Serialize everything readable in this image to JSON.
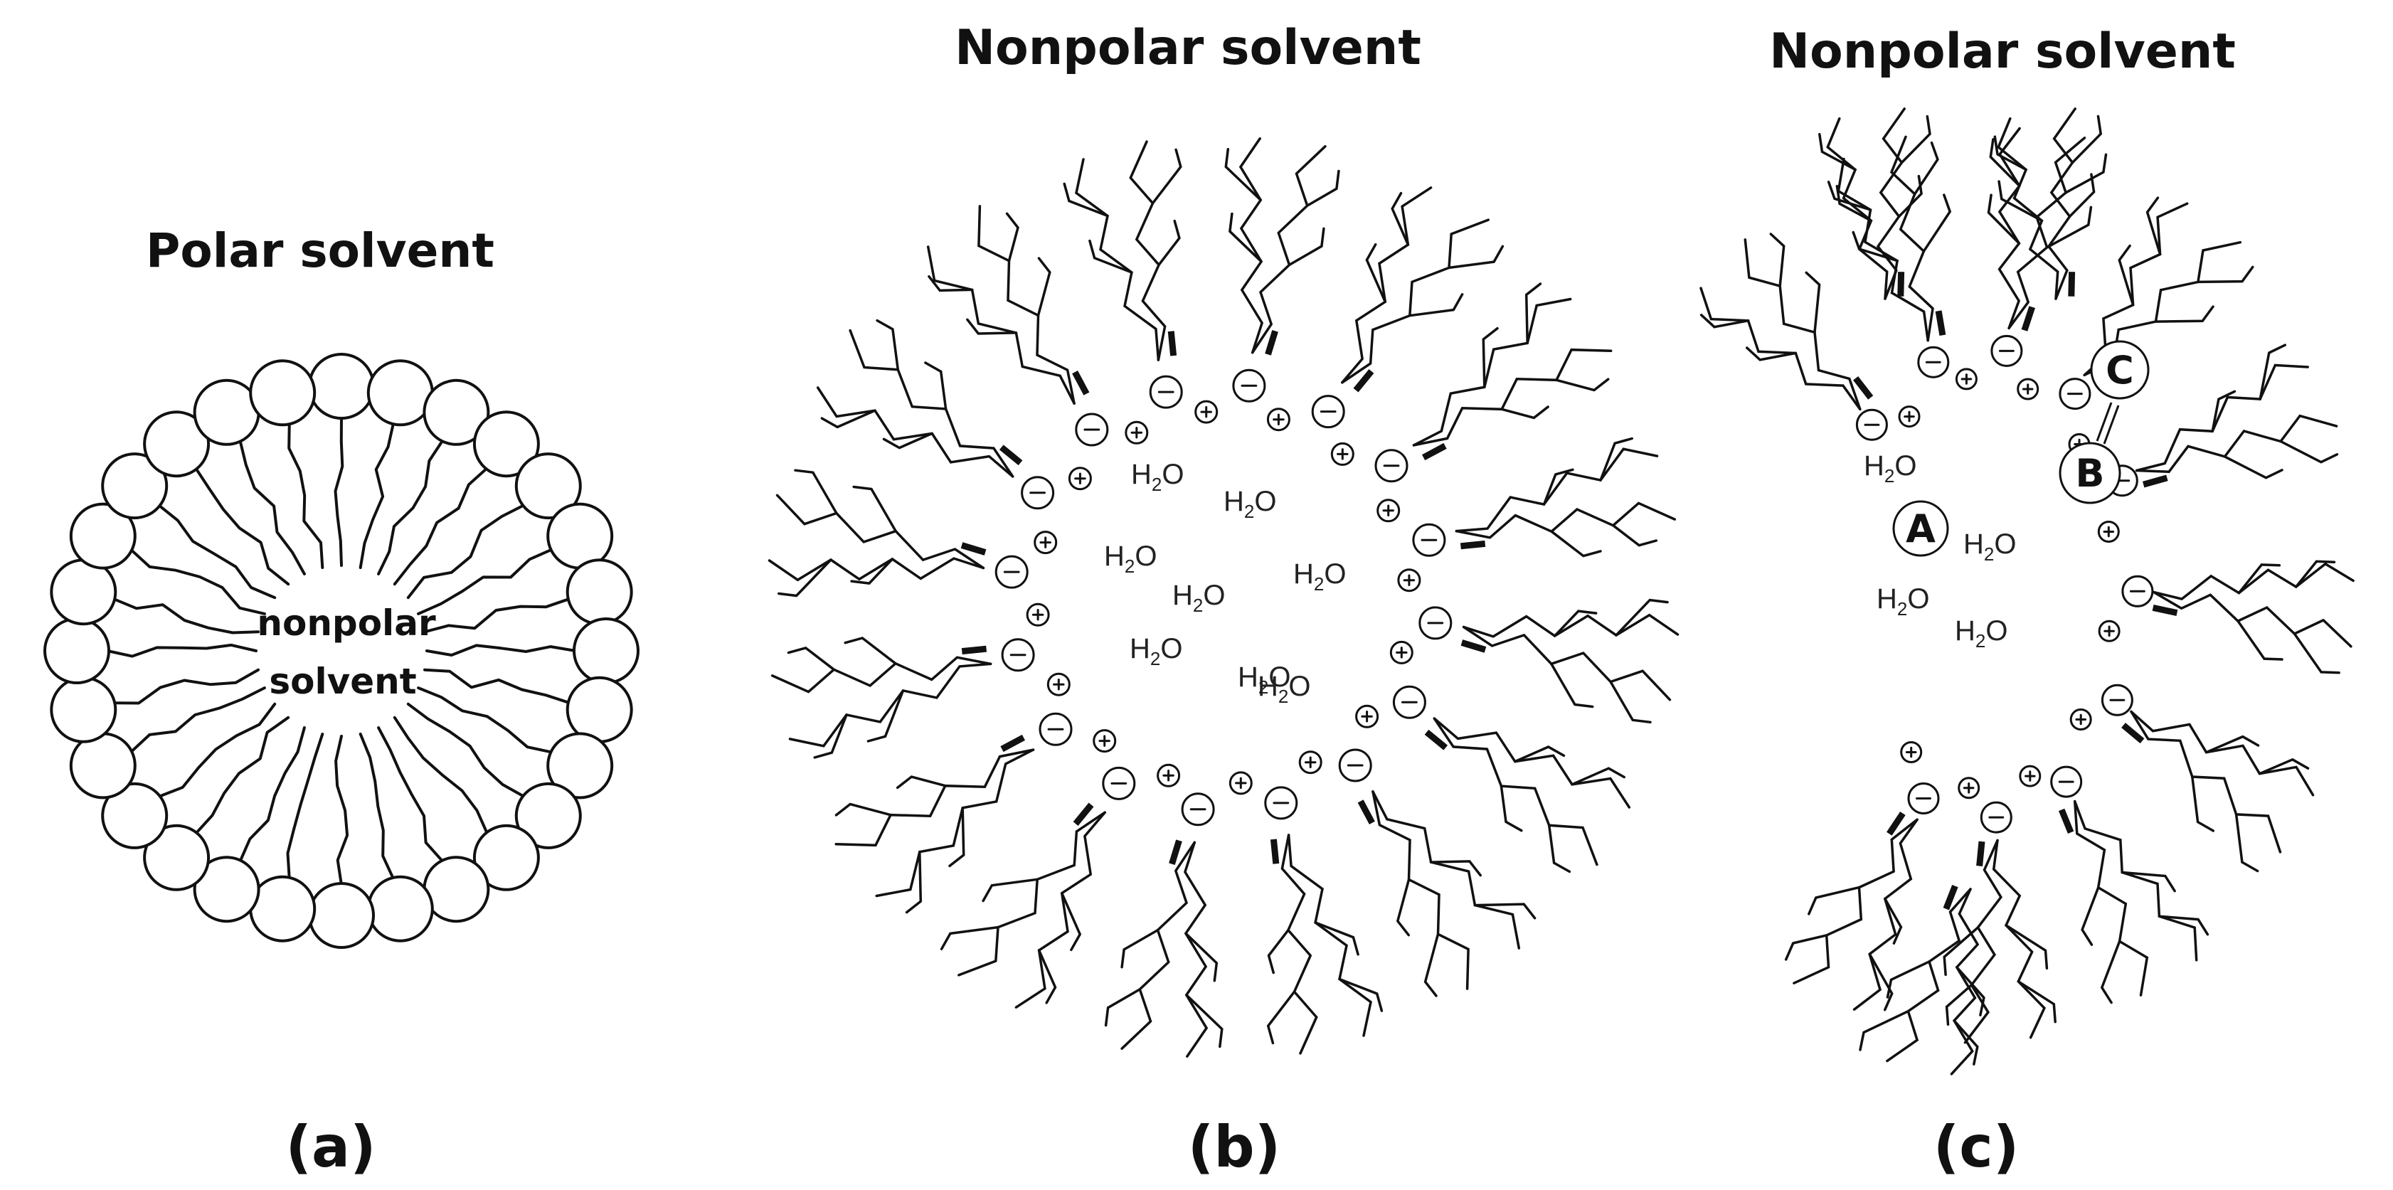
{
  "panels": [
    {
      "label": "(a)",
      "solvent": "Polar solvent",
      "core_lines": [
        "nonpolar",
        "solvent"
      ]
    },
    {
      "label": "(b)",
      "solvent": "Nonpolar solvent",
      "water_label": "H2O",
      "water_count": 8,
      "anion_sign": "−",
      "cation_sign": "+"
    },
    {
      "label": "(c)",
      "solvent": "Nonpolar solvent",
      "water_label": "H2O",
      "water_count": 4,
      "sites": [
        "A",
        "B",
        "C"
      ]
    }
  ],
  "colors": {
    "line": "#111111",
    "background": "#ffffff"
  }
}
